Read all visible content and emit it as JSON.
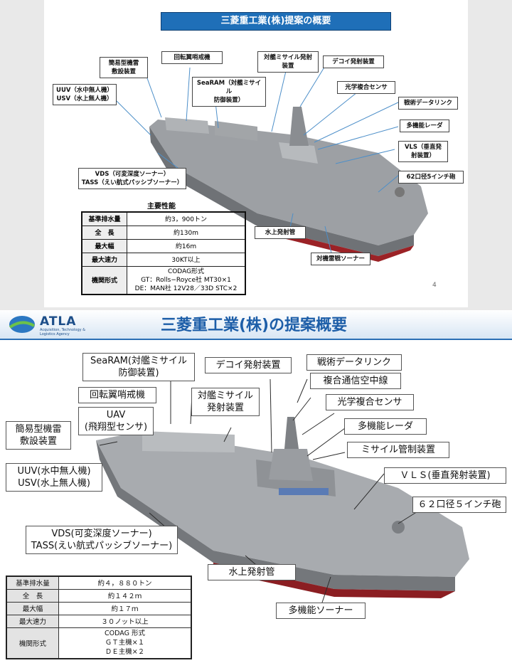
{
  "top": {
    "title": "三菱重工業(株)提案の概要",
    "labels": {
      "simple_mine": "簡易型機雷\n敷設装置",
      "rotary": "回転翼哨戒機",
      "asm_launcher": "対艦ミサイル発射\n装置",
      "decoy": "デコイ発射装置",
      "searam": "SeaRAM（対艦ミサイル\n防御装置）",
      "eo": "光学複合センサ",
      "datalink": "戦術データリンク",
      "uuv_usv": "UUV（水中無人機）\nUSV（水上無人機）",
      "radar": "多機能レーダ",
      "vls": "VLS（垂直発\n射装置）",
      "gun": "62口径5インチ砲",
      "vds": "VDS（可変深度ソーナー）\nTASS（えい航式パッシブソーナー）",
      "torpedo": "水上発射管",
      "sonar": "対機雷戦ソーナー"
    },
    "spec_title": "主要性能",
    "specs": [
      [
        "基準排水量",
        "約3，900トン"
      ],
      [
        "全　長",
        "約130m"
      ],
      [
        "最大幅",
        "約16m"
      ],
      [
        "最大速力",
        "30KT以上"
      ],
      [
        "機関形式",
        "CODAG形式\nGT：Rolls−Royce社 MT30×1\nDE：MAN社 12V28／33D STC×2"
      ]
    ],
    "page_number": "4"
  },
  "bottom": {
    "logo": "ATLA",
    "logo_sub": "Acquisition, Technology &\nLogistics Agency",
    "title": "三菱重工業(株)の提案概要",
    "labels": {
      "searam": "SeaRAM(対艦ミサイル\n防御装置)",
      "decoy": "デコイ発射装置",
      "datalink": "戦術データリンク",
      "antenna": "複合通信空中線",
      "rotary": "回転翼哨戒機",
      "asm": "対艦ミサイル\n発射装置",
      "uav": "UAV\n(飛翔型センサ)",
      "eo": "光学複合センサ",
      "mine": "簡易型機雷\n敷設装置",
      "radar": "多機能レーダ",
      "fcs": "ミサイル管制装置",
      "uuv": "UUV(水中無人機)\nUSV(水上無人機)",
      "vls": "ＶＬＳ(垂直発射装置)",
      "gun": "６２口径５インチ砲",
      "vds": "VDS(可変深度ソーナー)\nTASS(えい航式パッシブソーナー)",
      "torpedo": "水上発射管",
      "sonar": "多機能ソーナー"
    },
    "specs": [
      [
        "基準排水量",
        "約４，８８０トン"
      ],
      [
        "全　長",
        "約１４２ｍ"
      ],
      [
        "最大幅",
        "約１７ｍ"
      ],
      [
        "最大速力",
        "３０ノット以上"
      ],
      [
        "機関形式",
        "CODAG 形式\nＧＴ主機×１\nＤＥ主機×２"
      ]
    ]
  },
  "colors": {
    "title_blue": "#1f6fb8",
    "hull_grey": "#8a8d91",
    "hull_red": "#8b1e22"
  }
}
